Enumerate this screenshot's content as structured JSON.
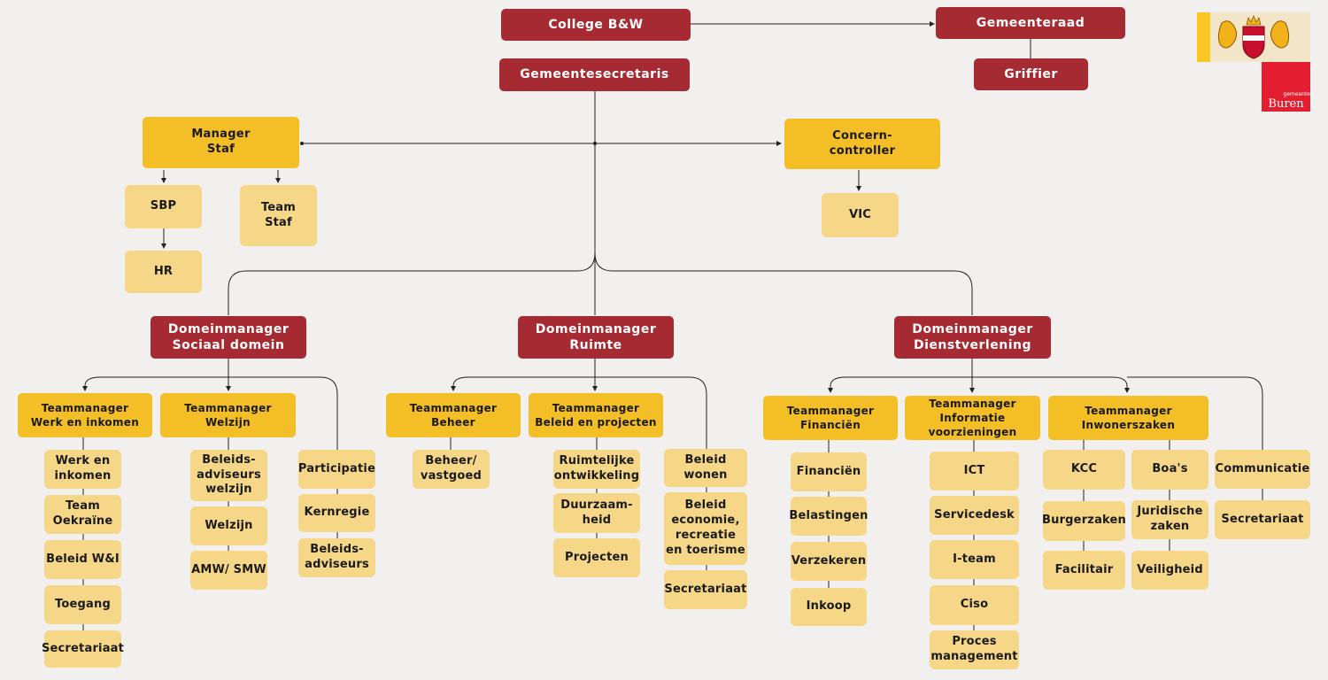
{
  "top": {
    "college": "College B&W",
    "gemeenteraad": "Gemeenteraad",
    "gemeentesecretaris": "Gemeentesecretaris",
    "griffier": "Griffier"
  },
  "staff": {
    "manager_staf": "Manager\nStaf",
    "concerncontroller": "Concern-\ncontroller",
    "sbp": "SBP",
    "team_staf": "Team\nStaf",
    "hr": "HR",
    "vic": "VIC"
  },
  "domains": {
    "sociaal": "Domeinmanager\nSociaal domein",
    "ruimte": "Domeinmanager\nRuimte",
    "dienst": "Domeinmanager\nDienstverlening"
  },
  "sociaal": {
    "tm_werk": "Teammanager\nWerk en inkomen",
    "tm_welzijn": "Teammanager\nWelzijn",
    "werk_items": [
      "Werk en\ninkomen",
      "Team\nOekraïne",
      "Beleid W&I",
      "Toegang",
      "Secretariaat"
    ],
    "welzijn_items": [
      "Beleids-\nadviseurs\nwelzijn",
      "Welzijn",
      "AMW/ SMW"
    ],
    "direct_items": [
      "Participatie",
      "Kernregie",
      "Beleids-\nadviseurs"
    ]
  },
  "ruimte": {
    "tm_beheer": "Teammanager\nBeheer",
    "tm_beleid": "Teammanager\nBeleid en projecten",
    "beheer_items": [
      "Beheer/\nvastgoed"
    ],
    "beleid_items": [
      "Ruimtelijke\nontwikkeling",
      "Duurzaam-\nheid",
      "Projecten"
    ],
    "direct_items": [
      "Beleid\nwonen",
      "Beleid\neconomie,\nrecreatie\nen toerisme",
      "Secretariaat"
    ]
  },
  "dienst": {
    "tm_financien": "Teammanager\nFinanciën",
    "tm_info": "Teammanager\nInformatie\nvoorzieningen",
    "tm_inwoner": "Teammanager\nInwonerszaken",
    "financien_items": [
      "Financiën",
      "Belastingen",
      "Verzekeren",
      "Inkoop"
    ],
    "info_items": [
      "ICT",
      "Servicedesk",
      "I-team",
      "Ciso",
      "Proces\nmanagement"
    ],
    "inwoner_left": [
      "KCC",
      "Burgerzaken",
      "Facilitair"
    ],
    "inwoner_right": [
      "Boa's",
      "Juridische\nzaken",
      "Veiligheid"
    ],
    "direct_items": [
      "Communicatie",
      "Secretariaat"
    ]
  },
  "logo": {
    "small": "gemeente",
    "word": "Buren"
  },
  "colors": {
    "dark_red": "#a52a31",
    "gold": "#f4be27",
    "light_gold": "#f6d787",
    "background": "#f1f0ee",
    "logo_red": "#e31e30",
    "logo_yellow": "#fcc624"
  }
}
